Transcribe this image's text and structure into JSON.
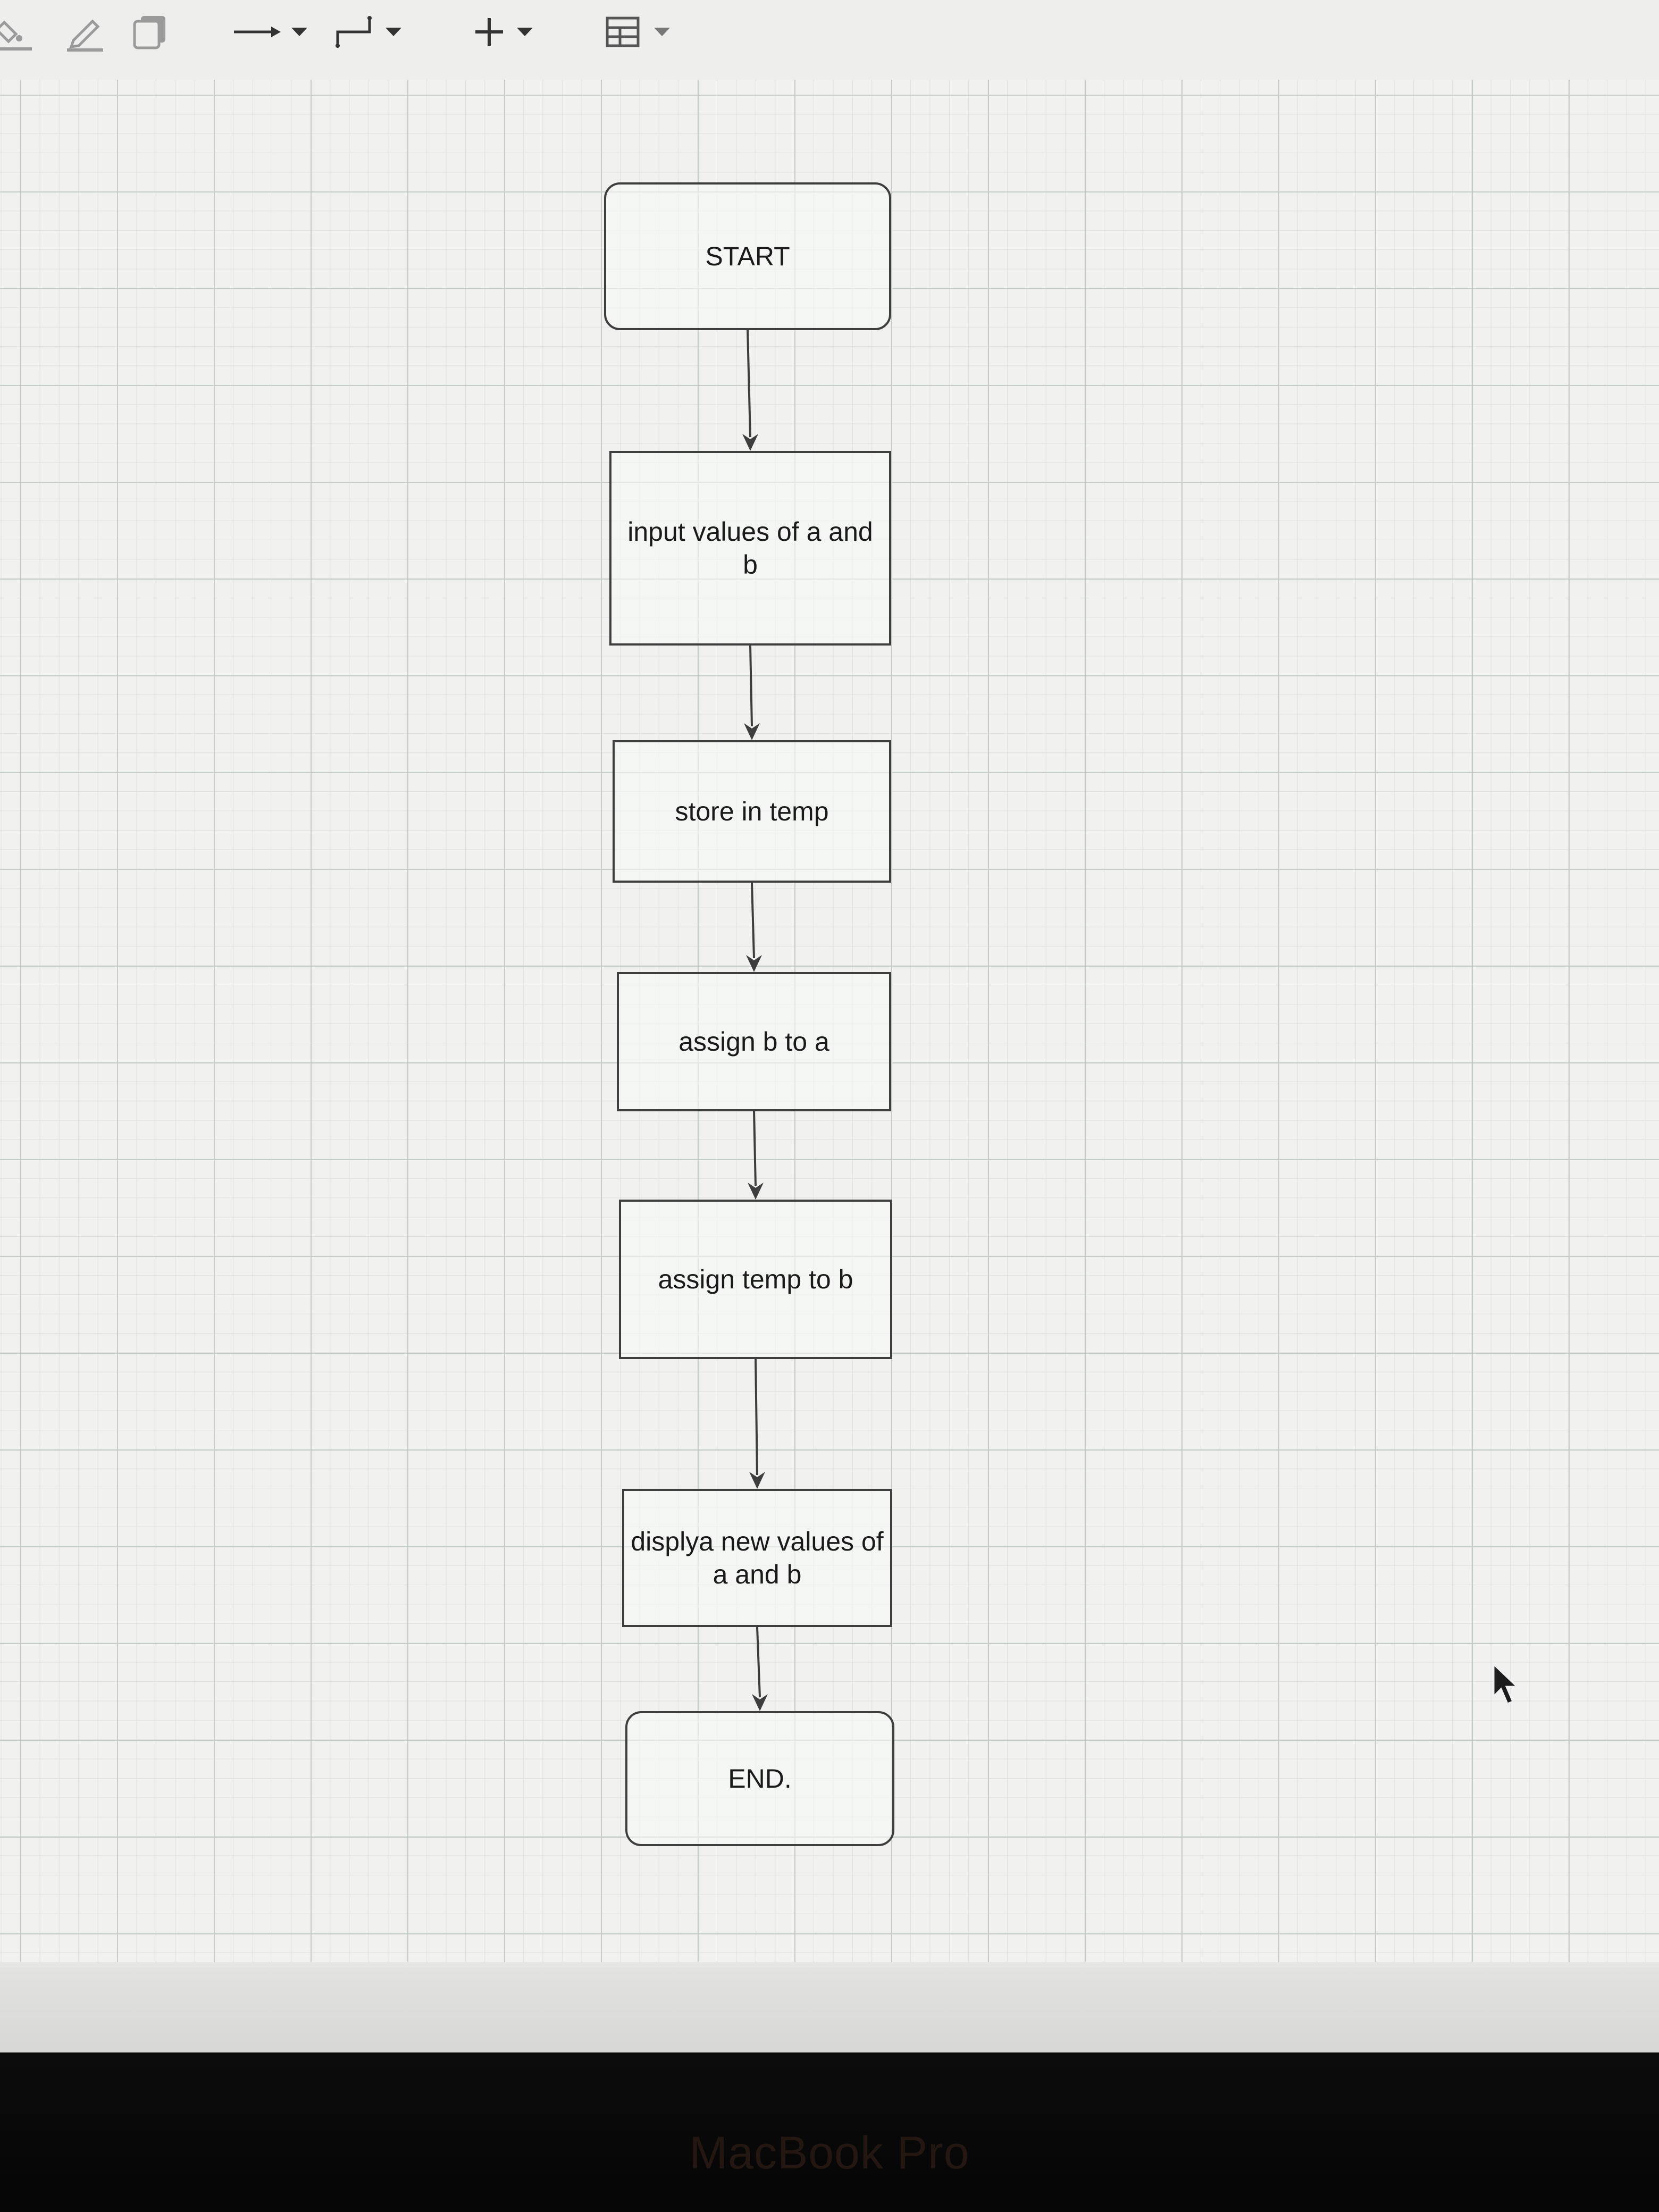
{
  "toolbar": {
    "icons": [
      "fill-color-icon",
      "line-color-icon",
      "shadow-icon",
      "connection-arrow-icon",
      "waypoint-style-icon",
      "insert-plus-icon",
      "table-icon"
    ]
  },
  "flowchart": {
    "nodes": [
      {
        "id": "start",
        "label": "START",
        "shape": "rounded-rectangle"
      },
      {
        "id": "input",
        "label": "input values of a and\nb",
        "shape": "rectangle"
      },
      {
        "id": "store",
        "label": "store in temp",
        "shape": "rectangle"
      },
      {
        "id": "assign-b-a",
        "label": "assign b to a",
        "shape": "rectangle"
      },
      {
        "id": "assign-temp-b",
        "label": "assign temp to b",
        "shape": "rectangle"
      },
      {
        "id": "display",
        "label": "displya new values of\na and b",
        "shape": "rectangle"
      },
      {
        "id": "end",
        "label": "END.",
        "shape": "rounded-rectangle"
      }
    ],
    "edges": [
      {
        "from": "start",
        "to": "input"
      },
      {
        "from": "input",
        "to": "store"
      },
      {
        "from": "store",
        "to": "assign-b-a"
      },
      {
        "from": "assign-b-a",
        "to": "assign-temp-b"
      },
      {
        "from": "assign-temp-b",
        "to": "display"
      },
      {
        "from": "display",
        "to": "end"
      }
    ]
  },
  "device": {
    "label": "MacBook Pro"
  },
  "colors": {
    "stroke": "#3e3e3e",
    "canvas": "#f1f2ef",
    "grid": "#c6cdc8"
  }
}
